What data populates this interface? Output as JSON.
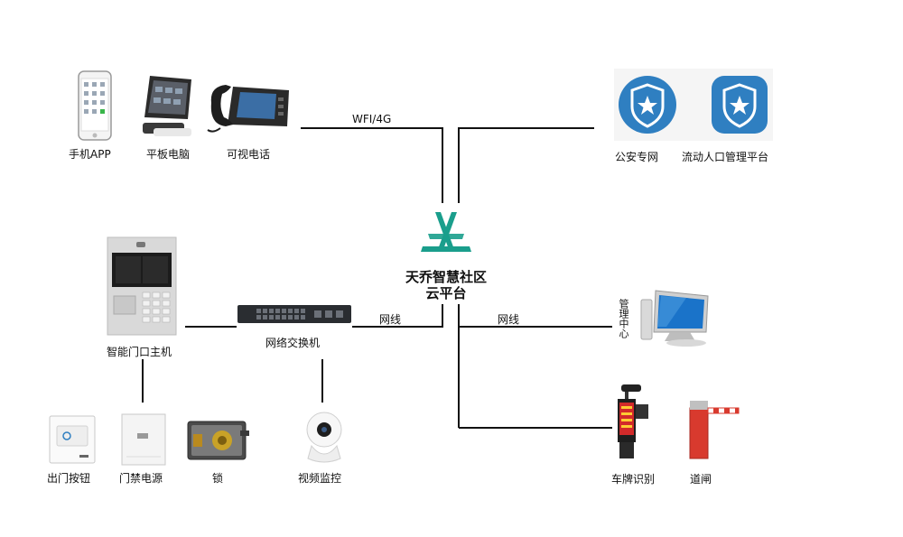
{
  "platform": {
    "line1": "天乔智慧社区",
    "line2": "云平台",
    "logo_color": "#1a9e8c"
  },
  "links": {
    "wifi": "WFI/4G",
    "net_left": "网线",
    "net_right": "网线"
  },
  "terminals": {
    "phone": "手机APP",
    "tablet": "平板电脑",
    "videophone": "可视电话"
  },
  "police": {
    "public_security": "公安专网",
    "floating_population": "流动人口管理平台",
    "badge_color": "#2f7fc1"
  },
  "entrance": {
    "host": "智能门口主机",
    "switch": "网络交换机",
    "exit_button": "出门按钮",
    "power": "门禁电源",
    "lock": "锁",
    "camera": "视频监控"
  },
  "management": {
    "center": "管理中心"
  },
  "parking": {
    "plate": "车牌识别",
    "gate": "道闸"
  },
  "line_color": "#111111"
}
